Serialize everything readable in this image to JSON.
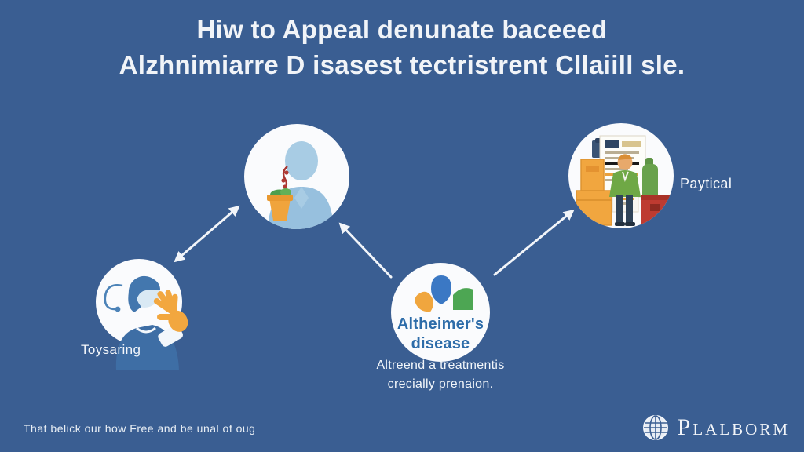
{
  "colors": {
    "background": "#3A5E92",
    "circle_fill": "#FAFBFD",
    "title_text": "#F1F4F8",
    "label_text": "#F4F7FB",
    "disease_text": "#2D6CA9",
    "accent_orange": "#F0A43C",
    "accent_red": "#BE3B31",
    "accent_green": "#4DA653",
    "accent_light_blue": "#A3C8E2",
    "accent_mid_blue": "#3E6EA5"
  },
  "title": {
    "line1": "Hiw to Appeal denunate baceeed",
    "line2": "Alzhnimiarre D isasest tectristrent Cllaiill sle."
  },
  "nodes": {
    "caregiver": {
      "label": "Toysaring",
      "icon": "caregiver-waving-icon"
    },
    "patient": {
      "icon": "patient-with-plant-icon"
    },
    "disease": {
      "line1": "Altheimer's",
      "line2": "disease",
      "icon": "disease-petals-icon"
    },
    "physical": {
      "label": "Paytical",
      "icon": "supplies-person-icon"
    }
  },
  "caption": {
    "line1": "Altreend a treatmentis",
    "line2": "crecially prenaion."
  },
  "footer": {
    "tagline": "That belick our how Free and be unal of oug",
    "brand": "Plalborm",
    "brand_icon": "globe-icon"
  }
}
